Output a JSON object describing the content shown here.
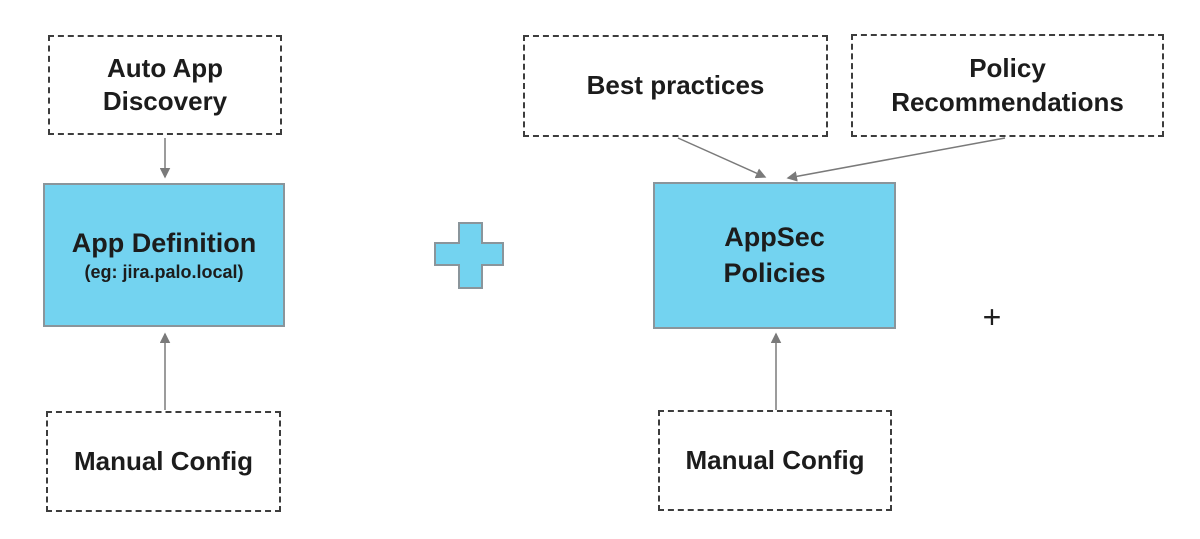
{
  "boxes": {
    "auto_app_discovery": {
      "label": "Auto App Discovery",
      "style": "dashed"
    },
    "app_definition": {
      "title": "App Definition",
      "subtitle": "(eg: jira.palo.local)",
      "style": "solid-filled"
    },
    "manual_config_left": {
      "label": "Manual Config",
      "style": "dashed"
    },
    "best_practices": {
      "label": "Best practices",
      "style": "dashed"
    },
    "policy_recommendations": {
      "label": "Policy Recommendations",
      "style": "dashed"
    },
    "appsec_policies": {
      "title": "AppSec Policies",
      "style": "solid-filled"
    },
    "manual_config_right": {
      "label": "Manual Config",
      "style": "dashed"
    }
  },
  "operators": {
    "plus_between_groups": "+",
    "plus_trailing": "+"
  },
  "connections": [
    {
      "from": "auto_app_discovery",
      "to": "app_definition"
    },
    {
      "from": "manual_config_left",
      "to": "app_definition"
    },
    {
      "from": "best_practices",
      "to": "appsec_policies"
    },
    {
      "from": "policy_recommendations",
      "to": "appsec_policies"
    },
    {
      "from": "manual_config_right",
      "to": "appsec_policies"
    }
  ],
  "colors": {
    "box_fill": "#73D3F0",
    "box_border": "#8A959B",
    "dashed_border": "#3D3D3D",
    "arrow_color": "#7A7A7A",
    "text_color": "#1C1C1C",
    "background": "#FFFFFF"
  }
}
